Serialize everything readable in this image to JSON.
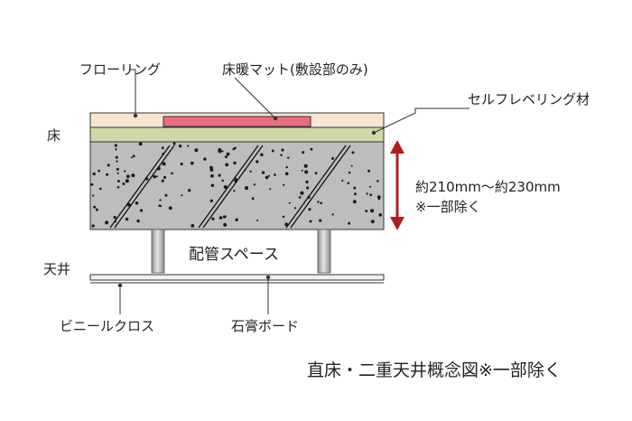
{
  "labels": {
    "flooring": "フローリング",
    "heating_mat": "床暖マット(敷設部のみ)",
    "self_leveling": "セルフレベリング材",
    "floor": "床",
    "dimension_line1": "約210mm～約230mm",
    "dimension_line2": "※一部除く",
    "pipe_space": "配管スペース",
    "ceiling": "天井",
    "vinyl_cloth": "ビニールクロス",
    "gypsum_board": "石膏ボード",
    "caption": "直床・二重天井概念図※一部除く"
  },
  "colors": {
    "flooring": "#f8e6d2",
    "heating_mat": "#e8707c",
    "self_leveling": "#cfd9a6",
    "concrete": "#bdbdbd",
    "dimension_arrow": "#b01c1c",
    "ceiling_board": "#f0f0f0"
  }
}
